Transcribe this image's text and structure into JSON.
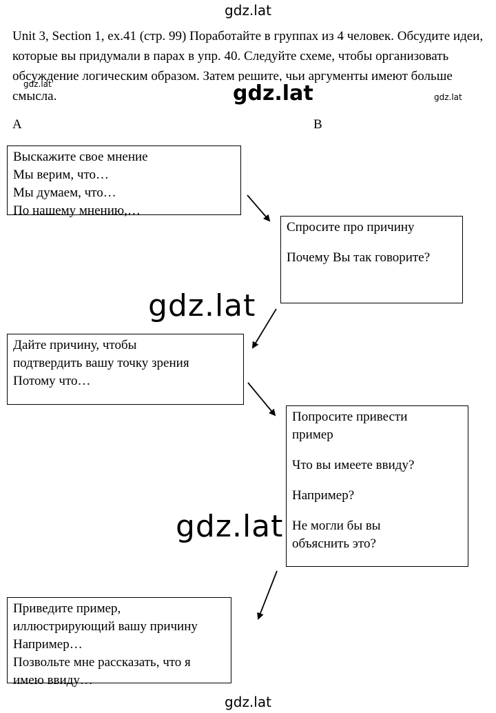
{
  "watermark": "gdz.lat",
  "intro_text": "Unit 3, Section 1, ex.41 (стр. 99) Поработайте в группах из 4 человек. Обсудите идеи, которые вы придумали в парах в упр. 40. Следуйте схеме, чтобы организовать обсуждение логическим образом. Затем решите, чьи аргументы имеют больше смысла.",
  "columns": {
    "a": "A",
    "b": "B"
  },
  "boxes": [
    {
      "lines": [
        "Выскажите свое мнение",
        "Мы верим, что…",
        "Мы думаем, что…",
        "По нашему мнению,…"
      ]
    },
    {
      "lines": [
        "Спросите про причину",
        "",
        "Почему Вы так говорите?"
      ]
    },
    {
      "lines": [
        "Дайте причину, чтобы",
        "подтвердить вашу точку зрения",
        "Потому что…"
      ]
    },
    {
      "lines": [
        "Попросите привести",
        "пример",
        "",
        "Что вы имеете ввиду?",
        "",
        "Например?",
        "",
        "Не могли бы вы",
        "объяснить это?"
      ]
    },
    {
      "lines": [
        "Приведите пример,",
        "иллюстрирующий вашу причину",
        "Например…",
        "Позвольте мне рассказать, что я",
        "имею ввиду…"
      ]
    }
  ]
}
